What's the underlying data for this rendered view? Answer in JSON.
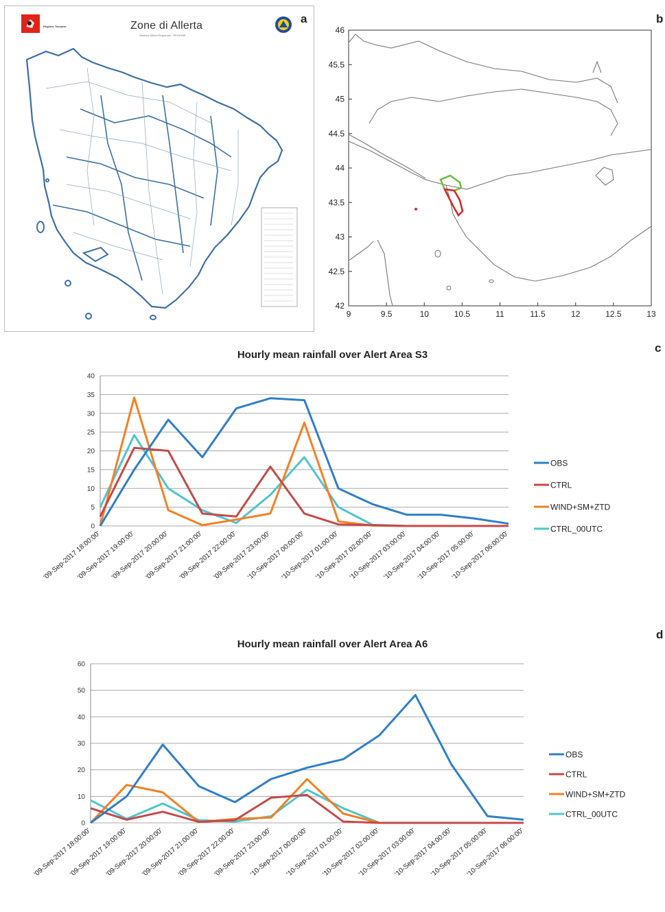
{
  "panel_letters": {
    "a": "a",
    "b": "b",
    "c": "c",
    "d": "d"
  },
  "map_a": {
    "title": "Zone di Allerta",
    "region_label": "Regione Toscana",
    "subtitle": "Sistema Allerta Regionale - REGIONE"
  },
  "colors": {
    "OBS": "#2e7ec9",
    "CTRL": "#c44a48",
    "WIND+SM+ZTD": "#f57f23",
    "CTRL_00UTC": "#4ec4d0"
  },
  "chart_data": [
    {
      "type": "line",
      "title": "Hourly mean rainfall over Alert Area S3",
      "xlabel": "",
      "ylabel": "",
      "ylim": [
        0,
        40
      ],
      "yticks": [
        0,
        5,
        10,
        15,
        20,
        25,
        30,
        35,
        40
      ],
      "grid": true,
      "legend": "right",
      "categories": [
        "'09-Sep-2017 18:00:00'",
        "'09-Sep-2017 19:00:00'",
        "'09-Sep-2017 20:00:00'",
        "'09-Sep-2017 21:00:00'",
        "'09-Sep-2017 22:00:00'",
        "'09-Sep-2017 23:00:00'",
        "'10-Sep-2017 00:00:00'",
        "'10-Sep-2017 01:00:00'",
        "'10-Sep-2017 02:00:00'",
        "'10-Sep-2017 03:00:00'",
        "'10-Sep-2017 04:00:00'",
        "'10-Sep-2017 05:00:00'",
        "'10-Sep-2017 06:00:00'"
      ],
      "series": [
        {
          "name": "OBS",
          "values": [
            0,
            15,
            28.3,
            18.3,
            31.3,
            34,
            33.5,
            10,
            5.8,
            3,
            3,
            2,
            0.6
          ]
        },
        {
          "name": "CTRL",
          "values": [
            2.5,
            20.8,
            20,
            3.3,
            2.5,
            15.8,
            3.3,
            0.4,
            0.2,
            0,
            0,
            0,
            0
          ]
        },
        {
          "name": "WIND+SM+ZTD",
          "values": [
            0,
            34.2,
            4.2,
            0.2,
            1.7,
            3.3,
            27.5,
            1.2,
            0.1,
            0,
            0,
            0,
            0
          ]
        },
        {
          "name": "CTRL_00UTC",
          "values": [
            5,
            24.2,
            10,
            4.2,
            0.8,
            8.3,
            18.3,
            5,
            0.3,
            0,
            0,
            0,
            0
          ]
        }
      ]
    },
    {
      "type": "line",
      "title": "Hourly mean rainfall over Alert Area A6",
      "xlabel": "",
      "ylabel": "",
      "ylim": [
        0,
        60
      ],
      "yticks": [
        0,
        10,
        20,
        30,
        40,
        50,
        60
      ],
      "grid": true,
      "legend": "right",
      "categories": [
        "'09-Sep-2017 18:00:00'",
        "'09-Sep-2017 19:00:00'",
        "'09-Sep-2017 20:00:00'",
        "'09-Sep-2017 21:00:00'",
        "'09-Sep-2017 22:00:00'",
        "'09-Sep-2017 23:00:00'",
        "'10-Sep-2017 00:00:00'",
        "'10-Sep-2017 01:00:00'",
        "'10-Sep-2017 02:00:00'",
        "'10-Sep-2017 03:00:00'",
        "'10-Sep-2017 04:00:00'",
        "'10-Sep-2017 05:00:00'",
        "'10-Sep-2017 06:00:00'"
      ],
      "series": [
        {
          "name": "OBS",
          "values": [
            0,
            10,
            29.5,
            13.8,
            7.8,
            16.5,
            20.8,
            24,
            33,
            48.2,
            22,
            2.5,
            1.2
          ]
        },
        {
          "name": "CTRL",
          "values": [
            5.5,
            1.2,
            4.2,
            0.4,
            1,
            9.5,
            10.5,
            0.5,
            0,
            0,
            0,
            0,
            0
          ]
        },
        {
          "name": "WIND+SM+ZTD",
          "values": [
            0,
            14.3,
            11.5,
            0.3,
            1.5,
            2,
            16.5,
            3.5,
            0,
            0,
            0,
            0,
            0
          ]
        },
        {
          "name": "CTRL_00UTC",
          "values": [
            8.5,
            1.5,
            7.3,
            1,
            0.5,
            2.5,
            12.5,
            5.5,
            0,
            0,
            0,
            0,
            0
          ]
        }
      ]
    },
    {
      "type": "line",
      "title": "",
      "xlim": [
        9,
        13
      ],
      "ylim": [
        42,
        46
      ],
      "xticks": [
        9,
        9.5,
        10,
        10.5,
        11,
        11.5,
        12,
        12.5,
        13
      ],
      "yticks": [
        42,
        42.5,
        43,
        43.5,
        44,
        44.5,
        45,
        45.5,
        46
      ],
      "series": []
    }
  ]
}
